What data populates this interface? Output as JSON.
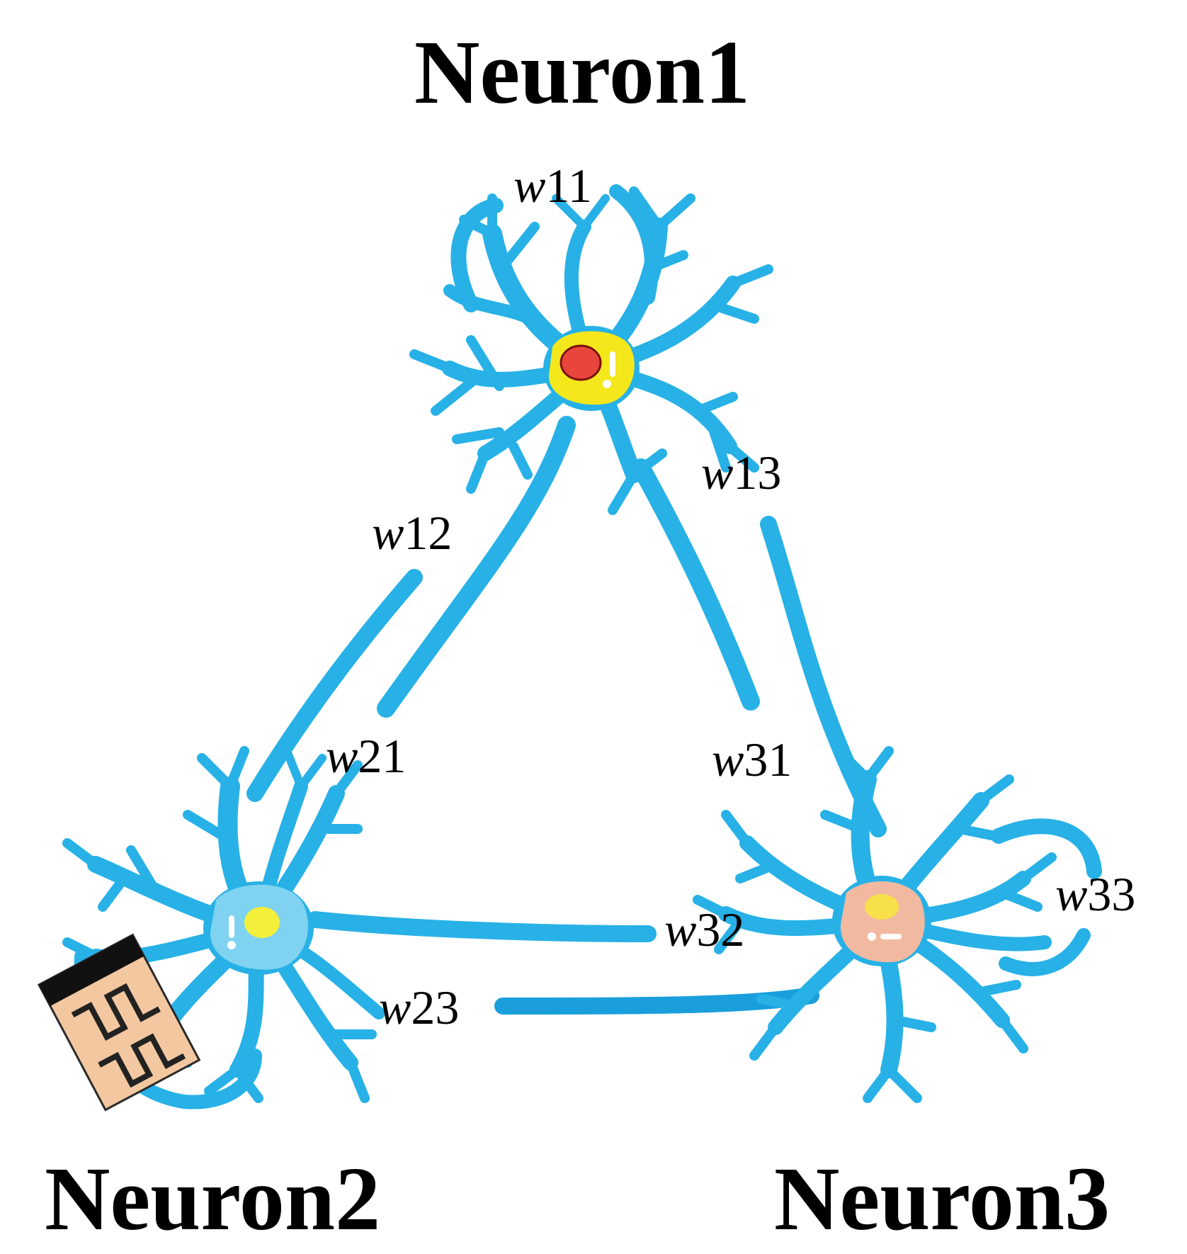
{
  "neurons": [
    {
      "title": "Neuron1",
      "nucleus_color": "#e8453c"
    },
    {
      "title": "Neuron2",
      "nucleus_color": "#f4ef3a"
    },
    {
      "title": "Neuron3",
      "nucleus_color": "#f7e04a"
    }
  ],
  "weights": {
    "w11": {
      "prefix": "w",
      "index": "11"
    },
    "w12": {
      "prefix": "w",
      "index": "12"
    },
    "w13": {
      "prefix": "w",
      "index": "13"
    },
    "w21": {
      "prefix": "w",
      "index": "21"
    },
    "w23": {
      "prefix": "w",
      "index": "23"
    },
    "w31": {
      "prefix": "w",
      "index": "31"
    },
    "w32": {
      "prefix": "w",
      "index": "32"
    },
    "w33": {
      "prefix": "w",
      "index": "33"
    }
  },
  "colors": {
    "neuron_blue": "#27b1e6",
    "axon_blue": "#1a9fdc",
    "soma1_fill": "#f4e81c",
    "soma2_fill": "#7fd3f0",
    "soma3_fill": "#f2b9a1",
    "electrode_fill": "#f3c8a0",
    "electrode_cap": "#111111"
  },
  "icons": {
    "electrode": "electrode-chip-icon"
  }
}
